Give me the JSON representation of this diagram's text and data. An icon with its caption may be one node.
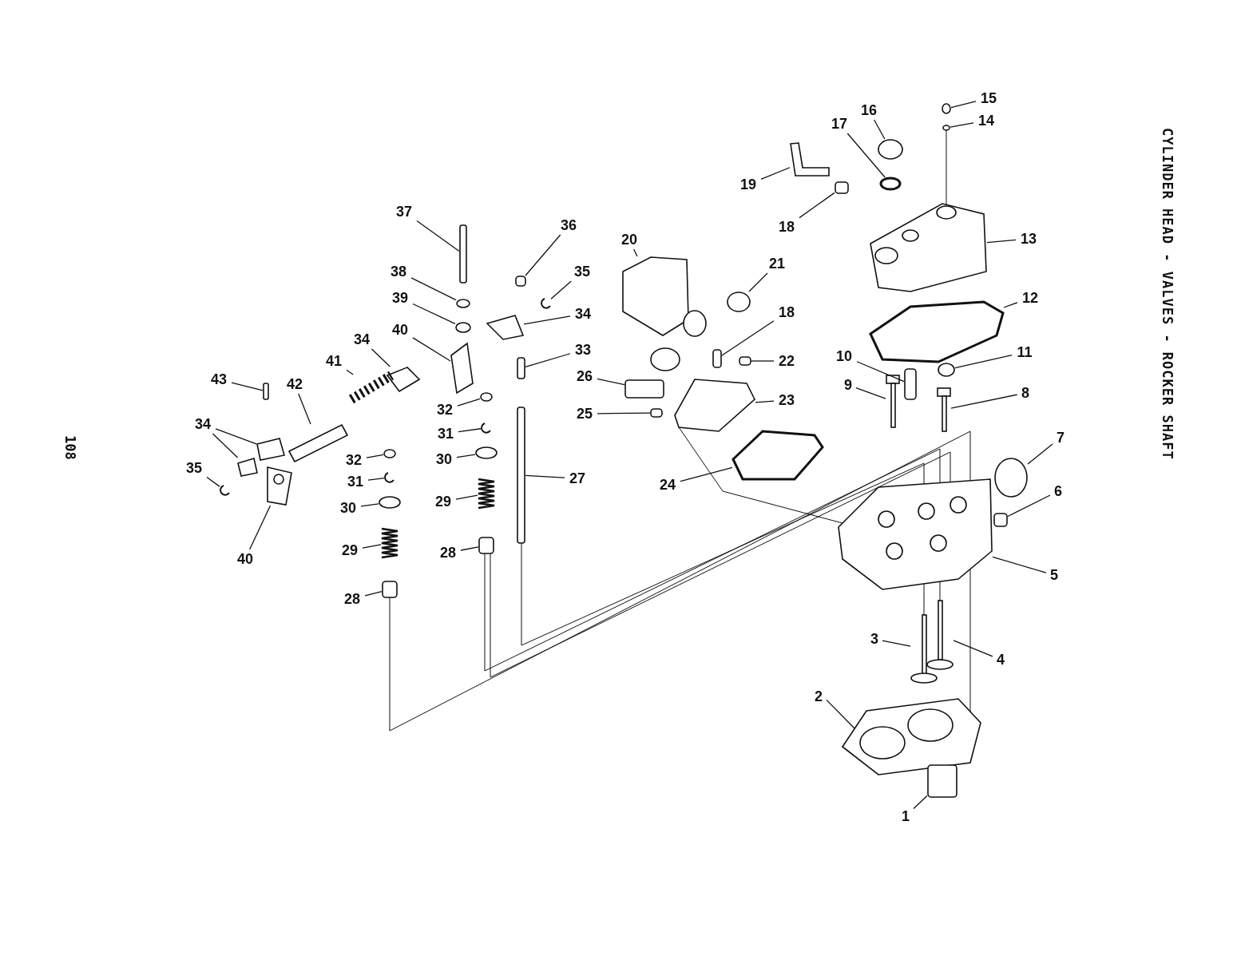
{
  "diagram": {
    "title": "CYLINDER HEAD - VALVES - ROCKER SHAFT",
    "nodes": [
      {
        "text": [
          "15"
        ]
      },
      {
        "text": [
          "14"
        ]
      },
      {
        "text": [
          "16"
        ]
      },
      {
        "text": [
          "17"
        ]
      },
      {
        "text": [
          "19"
        ]
      },
      {
        "text": [
          "18"
        ]
      },
      {
        "text": [
          "37"
        ]
      },
      {
        "text": [
          "36"
        ]
      },
      {
        "text": [
          "13"
        ]
      },
      {
        "text": [
          "20"
        ]
      },
      {
        "text": [
          "21"
        ]
      },
      {
        "text": [
          "38"
        ]
      },
      {
        "text": [
          "35"
        ]
      },
      {
        "text": [
          "12"
        ]
      },
      {
        "text": [
          "39"
        ]
      },
      {
        "text": [
          "18"
        ]
      },
      {
        "text": [
          "34"
        ]
      },
      {
        "text": [
          "40"
        ]
      },
      {
        "text": [
          "34"
        ]
      },
      {
        "text": [
          "33"
        ]
      },
      {
        "text": [
          "10"
        ]
      },
      {
        "text": [
          "11"
        ]
      },
      {
        "text": [
          "41"
        ]
      },
      {
        "text": [
          "22"
        ]
      },
      {
        "text": [
          "26"
        ]
      },
      {
        "text": [
          "43"
        ]
      },
      {
        "text": [
          "42"
        ]
      },
      {
        "text": [
          "9"
        ]
      },
      {
        "text": [
          "8"
        ]
      },
      {
        "text": [
          "23"
        ]
      },
      {
        "text": [
          "32"
        ]
      },
      {
        "text": [
          "25"
        ]
      },
      {
        "text": [
          "34"
        ]
      },
      {
        "text": [
          "31"
        ]
      },
      {
        "text": [
          "7"
        ]
      },
      {
        "text": [
          "30"
        ]
      },
      {
        "text": [
          "32"
        ]
      },
      {
        "text": [
          "35"
        ]
      },
      {
        "text": [
          "27"
        ]
      },
      {
        "text": [
          "31"
        ]
      },
      {
        "text": [
          "24"
        ]
      },
      {
        "text": [
          "6"
        ]
      },
      {
        "text": [
          "29"
        ]
      },
      {
        "text": [
          "30"
        ]
      },
      {
        "text": [
          "29"
        ]
      },
      {
        "text": [
          "28"
        ]
      },
      {
        "text": [
          "40"
        ]
      },
      {
        "text": [
          "5"
        ]
      },
      {
        "text": [
          "28"
        ]
      },
      {
        "text": [
          "3"
        ]
      },
      {
        "text": [
          "4"
        ]
      },
      {
        "text": [
          "2"
        ]
      },
      {
        "text": [
          "1"
        ]
      },
      {
        "text": [],
        "shape": "circle"
      },
      {
        "text": [],
        "shape": "circle"
      },
      {
        "text": [],
        "shape": "circle"
      },
      {
        "text": [],
        "shape": "circle"
      },
      {
        "text": [],
        "shape": "picture"
      },
      {
        "text": [],
        "shape": "box"
      },
      {
        "text": [],
        "shape": "box"
      },
      {
        "text": [],
        "shape": "box"
      },
      {
        "text": [],
        "shape": "picture"
      },
      {
        "text": [],
        "shape": "picture"
      },
      {
        "text": [],
        "shape": "circle"
      },
      {
        "text": [],
        "shape": "circle"
      },
      {
        "text": [],
        "shape": "picture"
      },
      {
        "text": [],
        "shape": "picture"
      },
      {
        "text": [],
        "shape": "circle"
      },
      {
        "text": [],
        "shape": "box"
      },
      {
        "text": [],
        "shape": "picture"
      },
      {
        "text": [],
        "shape": "picture"
      },
      {
        "text": [],
        "shape": "picture"
      },
      {
        "text": [],
        "shape": "box"
      },
      {
        "text": [],
        "shape": "box"
      },
      {
        "text": [],
        "shape": "circle"
      },
      {
        "text": [],
        "shape": "picture"
      },
      {
        "text": [],
        "shape": "box"
      },
      {
        "text": [],
        "shape": "box"
      },
      {
        "text": [],
        "shape": "box"
      },
      {
        "text": [],
        "shape": "picture"
      },
      {
        "text": [],
        "shape": "picture"
      },
      {
        "text": [],
        "shape": "picture"
      },
      {
        "text": [],
        "shape": "picture"
      },
      {
        "text": [],
        "shape": "circle"
      },
      {
        "text": [],
        "shape": "box"
      },
      {
        "text": [],
        "shape": "picture"
      },
      {
        "text": [],
        "shape": "picture"
      },
      {
        "text": [],
        "shape": "picture"
      },
      {
        "text": [],
        "shape": "circle"
      },
      {
        "text": [],
        "shape": "circle"
      },
      {
        "text": [],
        "shape": "circle"
      },
      {
        "text": [],
        "shape": "picture"
      },
      {
        "text": [],
        "shape": "box"
      },
      {
        "text": [],
        "shape": "picture"
      },
      {
        "text": [],
        "shape": "picture"
      },
      {
        "text": [],
        "shape": "box"
      },
      {
        "text": [],
        "shape": "picture"
      },
      {
        "text": [],
        "shape": "circle"
      },
      {
        "text": [],
        "shape": "picture"
      },
      {
        "text": [],
        "shape": "box"
      },
      {
        "text": [],
        "shape": "picture"
      },
      {
        "text": [],
        "shape": "picture"
      },
      {
        "text": [],
        "shape": "box"
      },
      {
        "text": [],
        "shape": "picture"
      },
      {
        "text": [],
        "shape": "picture"
      },
      {
        "text": [],
        "shape": "picture"
      },
      {
        "text": [],
        "shape": "box"
      }
    ],
    "edges": [
      {
        "from": 0,
        "to": 53,
        "arrow": "none"
      },
      {
        "from": 1,
        "to": 54,
        "arrow": "none"
      },
      {
        "from": 2,
        "to": 55,
        "arrow": "none"
      },
      {
        "from": 3,
        "to": 56,
        "arrow": "none"
      },
      {
        "from": 4,
        "to": 57,
        "arrow": "none"
      },
      {
        "from": 5,
        "to": 58,
        "arrow": "none"
      },
      {
        "from": 6,
        "to": 59,
        "arrow": "none"
      },
      {
        "from": 7,
        "to": 60,
        "arrow": "none"
      },
      {
        "from": 8,
        "to": 61,
        "arrow": "none"
      },
      {
        "from": 9,
        "to": 62,
        "arrow": "none"
      },
      {
        "from": 10,
        "to": 63,
        "arrow": "none"
      },
      {
        "from": 11,
        "to": 64,
        "arrow": "none"
      },
      {
        "from": 12,
        "to": 65,
        "arrow": "none"
      },
      {
        "from": 13,
        "to": 66,
        "arrow": "none"
      },
      {
        "from": 14,
        "to": 67,
        "arrow": "none"
      },
      {
        "from": 15,
        "to": 68,
        "arrow": "none"
      },
      {
        "from": 16,
        "to": 69,
        "arrow": "none"
      },
      {
        "from": 17,
        "to": 70,
        "arrow": "none"
      },
      {
        "from": 18,
        "to": 71,
        "arrow": "none"
      },
      {
        "from": 19,
        "to": 72,
        "arrow": "none"
      },
      {
        "from": 20,
        "to": 73,
        "arrow": "none"
      },
      {
        "from": 21,
        "to": 74,
        "arrow": "none"
      },
      {
        "from": 22,
        "to": 75,
        "arrow": "none"
      },
      {
        "from": 23,
        "to": 76,
        "arrow": "none"
      },
      {
        "from": 24,
        "to": 77,
        "arrow": "none"
      },
      {
        "from": 25,
        "to": 78,
        "arrow": "none"
      },
      {
        "from": 26,
        "to": 79,
        "arrow": "none"
      },
      {
        "from": 27,
        "to": 80,
        "arrow": "none"
      },
      {
        "from": 28,
        "to": 81,
        "arrow": "none"
      },
      {
        "from": 29,
        "to": 82,
        "arrow": "none"
      },
      {
        "from": 30,
        "to": 83,
        "arrow": "none"
      },
      {
        "from": 31,
        "to": 84,
        "arrow": "none"
      },
      {
        "from": 32,
        "to": 85,
        "arrow": "none"
      },
      {
        "from": 32,
        "to": 86,
        "arrow": "none"
      },
      {
        "from": 33,
        "to": 87,
        "arrow": "none"
      },
      {
        "from": 34,
        "to": 88,
        "arrow": "none"
      },
      {
        "from": 35,
        "to": 89,
        "arrow": "none"
      },
      {
        "from": 36,
        "to": 90,
        "arrow": "none"
      },
      {
        "from": 37,
        "to": 91,
        "arrow": "none"
      },
      {
        "from": 38,
        "to": 92,
        "arrow": "none"
      },
      {
        "from": 39,
        "to": 93,
        "arrow": "none"
      },
      {
        "from": 40,
        "to": 94,
        "arrow": "none"
      },
      {
        "from": 41,
        "to": 95,
        "arrow": "none"
      },
      {
        "from": 42,
        "to": 96,
        "arrow": "none"
      },
      {
        "from": 43,
        "to": 97,
        "arrow": "none"
      },
      {
        "from": 44,
        "to": 98,
        "arrow": "none"
      },
      {
        "from": 45,
        "to": 99,
        "arrow": "none"
      },
      {
        "from": 46,
        "to": 100,
        "arrow": "none"
      },
      {
        "from": 47,
        "to": 101,
        "arrow": "none"
      },
      {
        "from": 48,
        "to": 102,
        "arrow": "none"
      },
      {
        "from": 49,
        "to": 103,
        "arrow": "none"
      },
      {
        "from": 50,
        "to": 104,
        "arrow": "none"
      },
      {
        "from": 51,
        "to": 105,
        "arrow": "none"
      },
      {
        "from": 52,
        "to": 106,
        "arrow": "none"
      },
      {
        "from": 102,
        "to": 101,
        "arrow": "none"
      },
      {
        "from": 99,
        "to": 101,
        "arrow": "none"
      },
      {
        "from": 99,
        "to": 101,
        "arrow": "none"
      },
      {
        "from": 92,
        "to": 101,
        "arrow": "none"
      },
      {
        "from": 82,
        "to": 101,
        "arrow": "none"
      },
      {
        "from": 54,
        "to": 61,
        "arrow": "none"
      },
      {
        "from": 101,
        "to": 103,
        "arrow": "none"
      },
      {
        "from": 101,
        "to": 104,
        "arrow": "none"
      },
      {
        "from": 101,
        "to": 105,
        "arrow": "none"
      }
    ],
    "labels": [
      "108"
    ]
  }
}
